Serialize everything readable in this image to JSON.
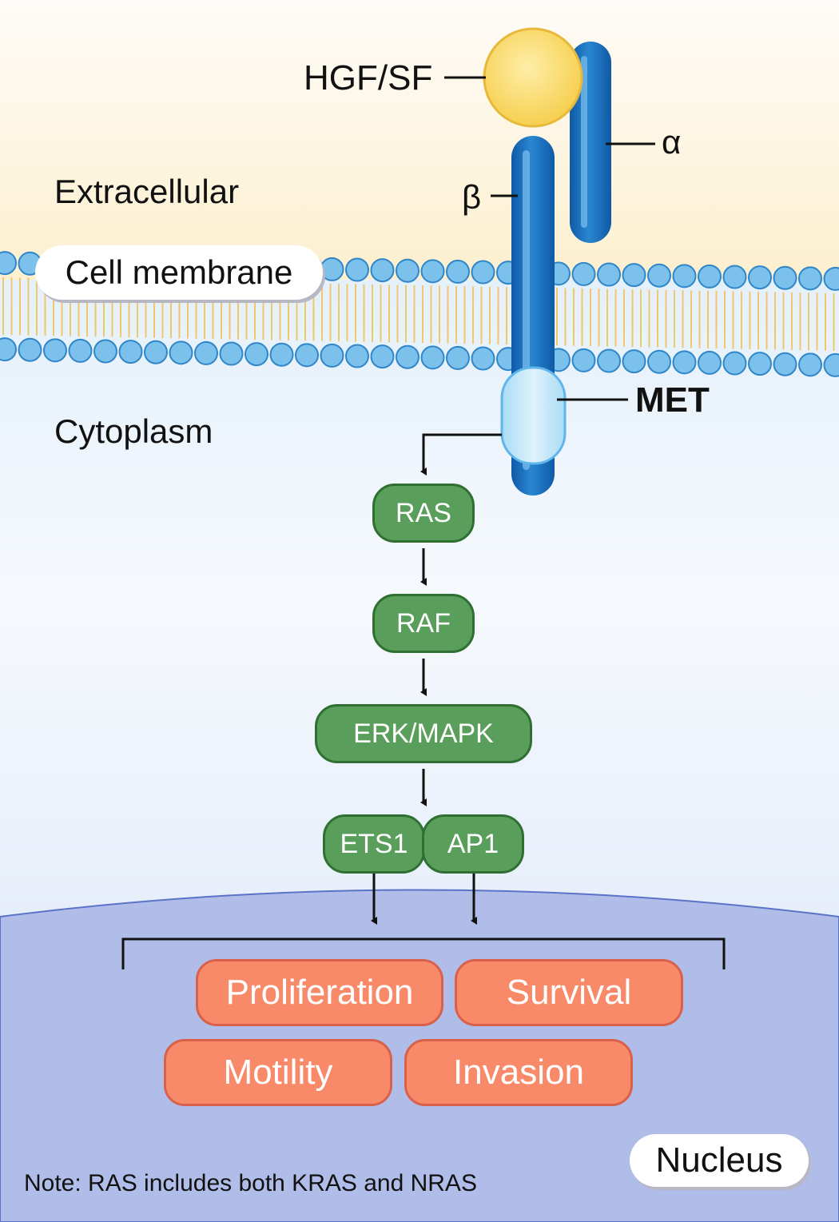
{
  "regions": {
    "extracellular": "Extracellular",
    "cell_membrane": "Cell membrane",
    "cytoplasm": "Cytoplasm",
    "nucleus": "Nucleus"
  },
  "receptor": {
    "ligand": "HGF/SF",
    "alpha": "α",
    "beta": "β",
    "name": "MET"
  },
  "pathway": {
    "ras": "RAS",
    "raf": "RAF",
    "erk": "ERK/MAPK",
    "ets1": "ETS1",
    "ap1": "AP1"
  },
  "outcomes": {
    "proliferation": "Proliferation",
    "survival": "Survival",
    "motility": "Motility",
    "invasion": "Invasion"
  },
  "note": "Note: RAS includes both KRAS and NRAS",
  "colors": {
    "extracellular_bg": "#fdf0d2",
    "cytoplasm_bg": "#eaf3fb",
    "nucleus_bg": "#b1bde9",
    "receptor_blue": "#1a6fbd",
    "lipid_head": "#7cc0ec",
    "ligand_yellow": "#f9d86a",
    "node_green": "#5a9e5c",
    "outcome_orange": "#f98a69"
  }
}
